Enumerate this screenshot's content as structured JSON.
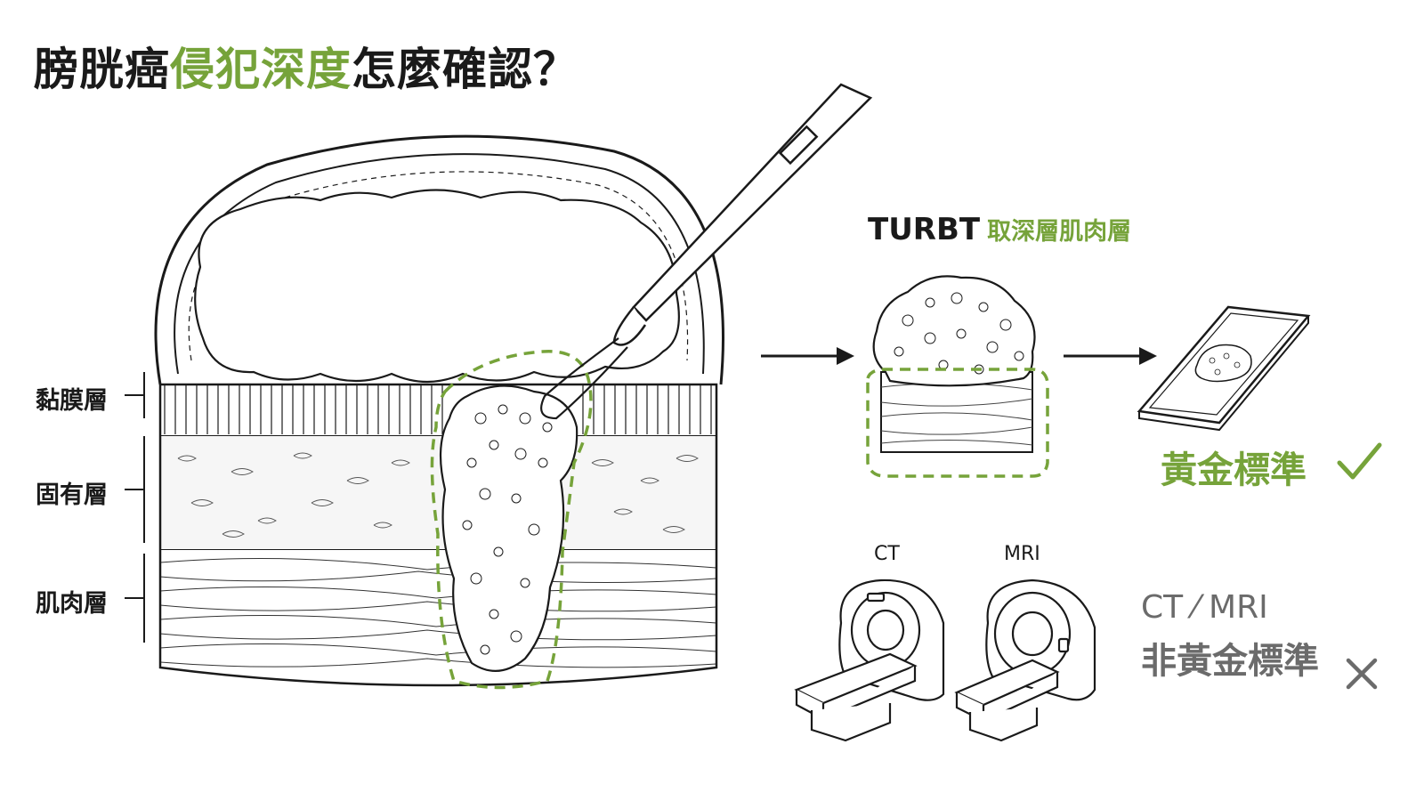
{
  "title": {
    "part1": "膀胱癌",
    "highlight": "侵犯深度",
    "part2": "怎麼確認？"
  },
  "layers": [
    {
      "label": "黏膜層"
    },
    {
      "label": "固有層"
    },
    {
      "label": "肌肉層"
    }
  ],
  "turbt": {
    "label": "TURBT",
    "desc": "取深層肌肉層"
  },
  "gold_standard": {
    "label": "黃金標準",
    "mark": "✓"
  },
  "imaging": {
    "ct_label": "CT",
    "mri_label": "MRI",
    "combined": "CT ⁄ MRI",
    "not_gold": "非黃金標準",
    "mark": "✕"
  },
  "colors": {
    "accent_green": "#76a33a",
    "ink": "#1a1a1a",
    "muted_gray": "#6b6b6b"
  }
}
